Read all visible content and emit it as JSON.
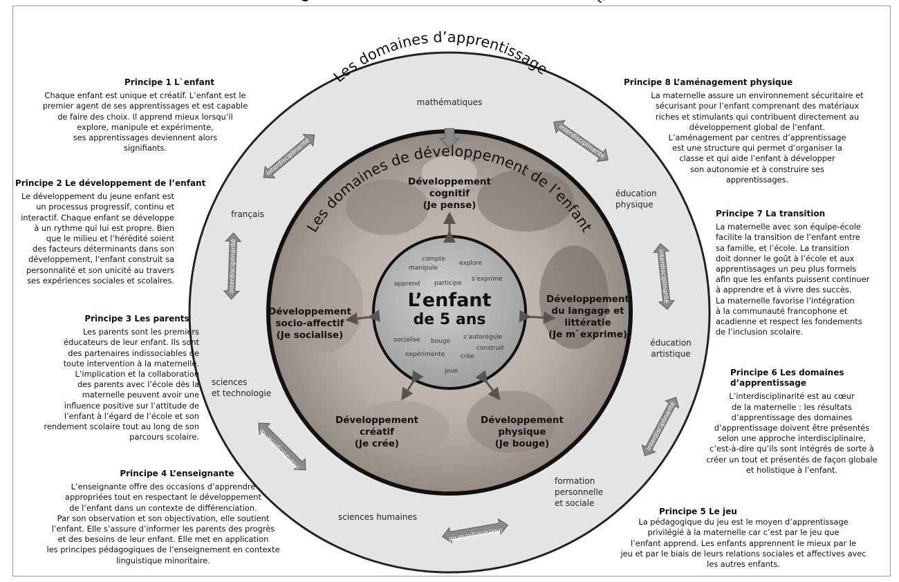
{
  "title": "Orientation pédagogique de la maternelle",
  "outer_ring_title": "Les domaines d’apprentissage",
  "inner_ring_title": "Les domaines de développement de l’enfant",
  "center": {
    "line1": "L’enfant",
    "line2": "de 5 ans"
  },
  "verbs": [
    "compte",
    "manipule",
    "explore",
    "apprend",
    "participe",
    "s’exprime",
    "socialise",
    "bouge",
    "s’autorégule",
    "construit",
    "expérimente",
    "crée",
    "joue"
  ],
  "arrow_label": "interdisciplinarité",
  "subjects": {
    "math": "mathématiques",
    "francais": "français",
    "sciences_tech": "sciences\net technologie",
    "sciences_hum": "sciences humaines",
    "formation": "formation\npersonnelle\net sociale",
    "arts": "éducation\nartistique",
    "physique": "éducation\nphysique"
  },
  "development": {
    "cognitif": "Développement\ncognitif\n(Je pense)",
    "socio": "Développement\nsocio-affectif\n(Je socialise)",
    "langage": "Développement\ndu langage et\nlittératie\n(Je m`exprime)",
    "creatif": "Développement\ncréatif\n(Je crée)",
    "physique": "Développement\nphysique\n(Je bouge)"
  },
  "principles": {
    "p1": {
      "title": "Principe 1 L`enfant",
      "body": "Chaque enfant est unique et créatif. L’enfant est le\npremier agent de ses apprentissages et est capable\nde faire des choix. Il apprend mieux lorsqu’il\nexplore, manipule et expérimente,\nses apprentissages deviennent alors\nsignifiants."
    },
    "p2": {
      "title": "Principe 2 Le développement de l’enfant",
      "body": "Le développement du jeune enfant est\nun processus progressif, continu et\ninteractif. Chaque enfant se développe\nà un rythme qui lui est propre. Bien\nque le milieu et l’hérédité soient\ndes facteurs déterminants dans son\ndéveloppement, l’enfant construit sa\npersonnalité et son unicité au travers\nses expériences sociales et scolaires."
    },
    "p3": {
      "title": "Principe 3 Les parents",
      "body": "Les parents sont les premiers\néducateurs de leur enfant. Ils sont\ndes partenaires indissociables de\ntoute intervention à la maternelle.\nL’implication et la collaboration\ndes parents avec l’école dès la\nmaternelle peuvent avoir une\ninfluence positive sur l’attitude de\nl’enfant à l’égard de l’école et son\nrendement scolaire tout au long de son\nparcours scolaire."
    },
    "p4": {
      "title": "Principe 4 L’enseignante",
      "body": "L’enseignante offre des occasions d’apprendre\nappropriées tout en respectant le développement\nde l’enfant dans un contexte de différenciation.\nPar son observation et son objectivation, elle soutient\nl’enfant. Elle s’assure d’informer les parents des progrès\net des besoins de leur enfant. Elle met en application\nles principes pédagogiques de l’enseignement en contexte\nlinguistique minoritaire."
    },
    "p5": {
      "title": "Principe 5 Le jeu",
      "body": "La pédagogique du jeu est le moyen d’apprentissage\nprivilégié à la maternelle car c’est par le jeu que\nl’enfant apprend. Les enfants apprennent le mieux par le\njeu et par le biais de leurs relations sociales et affectives avec\nles autres enfants."
    },
    "p6": {
      "title": "Principe 6 Les domaines\nd’apprentissage",
      "body": "L’interdisciplinarité est au cœur\nde la maternelle : les résultats\nd’apprentissage des domaines\nd’apprentissage doivent être présentés\nselon une approche interdisciplinaire,\nc’est-à-dire qu’ils sont intégrés de sorte à\ncréer un tout et présentés de façon globale\net holistique à l’enfant."
    },
    "p7": {
      "title": "Principe 7 La transition",
      "body": "La maternelle avec son équipe-école\nfacilite la transition de l’enfant entre\nsa famille, et l’école. La transition\ndoit donner le goût à l’école et aux\napprentissages un peu plus formels\nafin que les enfants puissent continuer\nà apprendre et à vivre des succès.\nLa maternelle favorise l’intégration\nà la communauté francophone et\nacadienne et respect les fondements\nde l’inclusion scolaire."
    },
    "p8": {
      "title": "Principe 8 L’aménagement physique",
      "body": "La maternelle assure un environnement sécuritaire et\nsécurisant pour l’enfant comprenant des matériaux\nriches et stimulants qui contribuent directement au\ndéveloppement global de l’enfant.\nL’aménagement par centres d’apprentissage\nest une structure qui permet d’organiser la\nclasse et qui aide l’enfant à développer\nson autonomie et à construire ses\napprentissages."
    }
  }
}
